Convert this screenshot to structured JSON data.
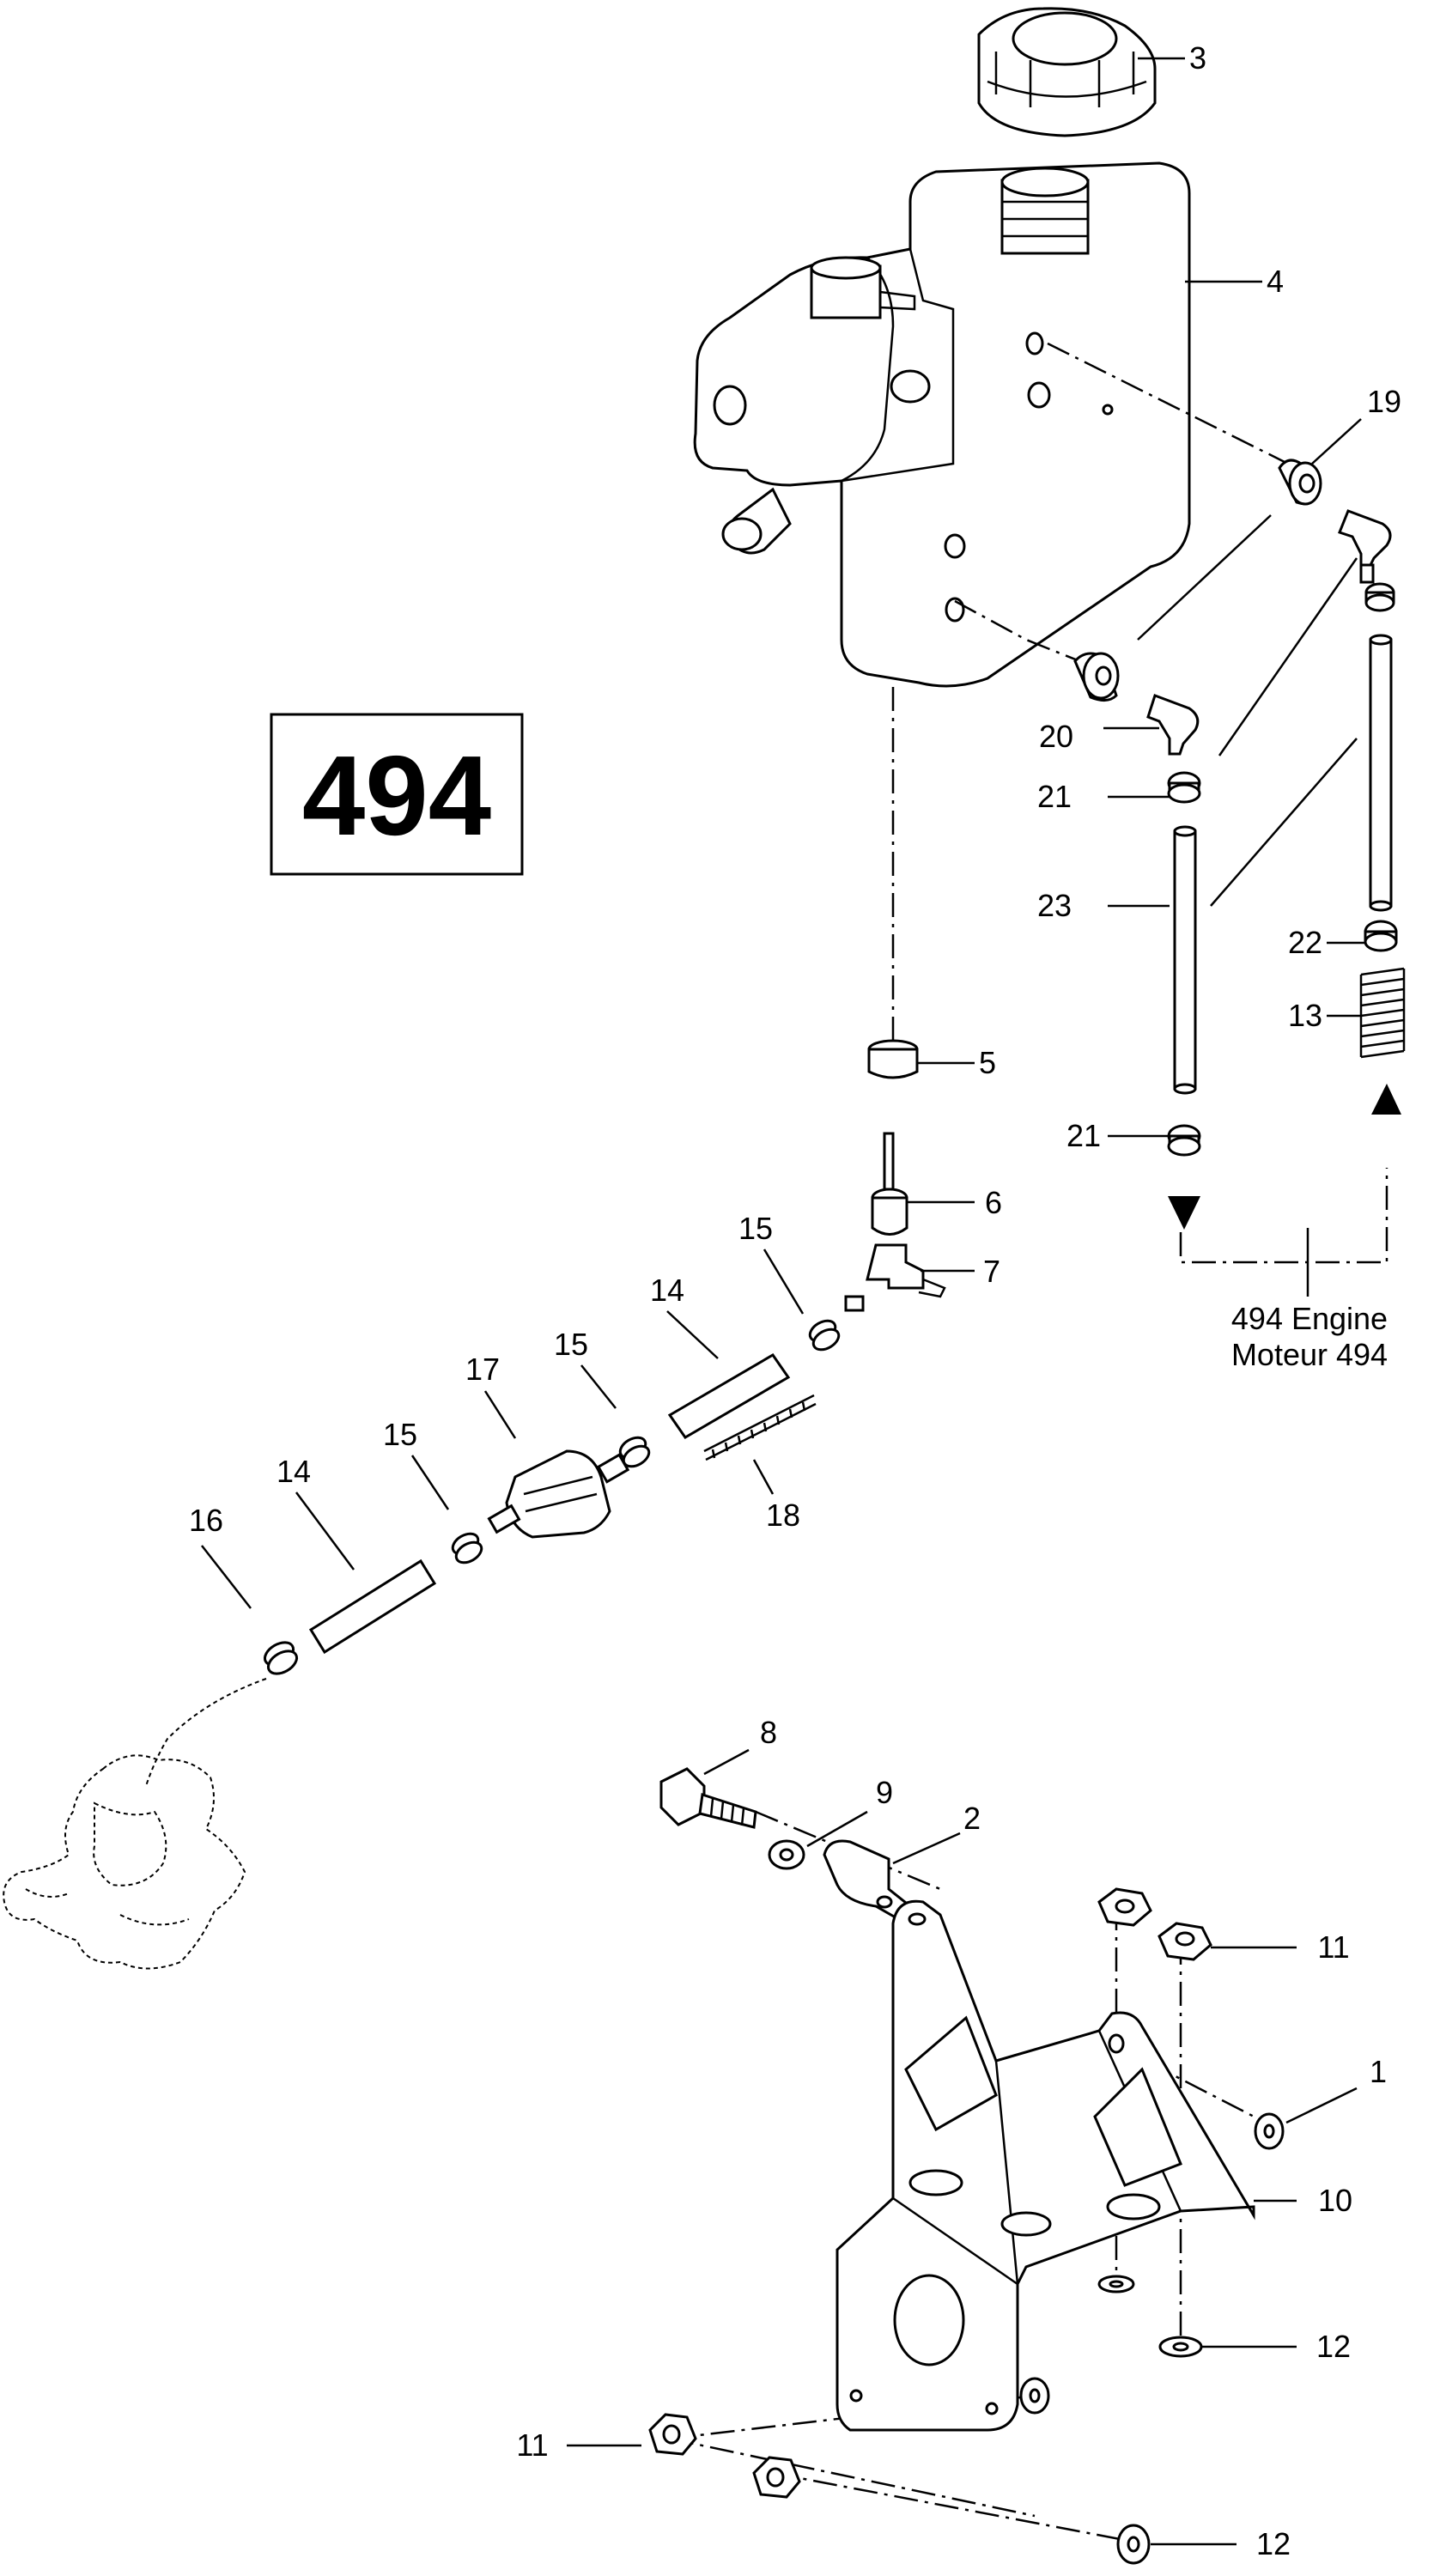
{
  "model_badge": "494",
  "engine_note": {
    "line1": "494 Engine",
    "line2": "Moteur 494"
  },
  "callouts": {
    "c1": "1",
    "c2": "2",
    "c3": "3",
    "c4": "4",
    "c5": "5",
    "c6": "6",
    "c7": "7",
    "c8": "8",
    "c9": "9",
    "c10": "10",
    "c11a": "11",
    "c11b": "11",
    "c12a": "12",
    "c12b": "12",
    "c13": "13",
    "c14a": "14",
    "c14b": "14",
    "c15a": "15",
    "c15b": "15",
    "c15c": "15",
    "c16": "16",
    "c17": "17",
    "c18": "18",
    "c19": "19",
    "c20": "20",
    "c21a": "21",
    "c21b": "21",
    "c22": "22",
    "c23": "23"
  }
}
